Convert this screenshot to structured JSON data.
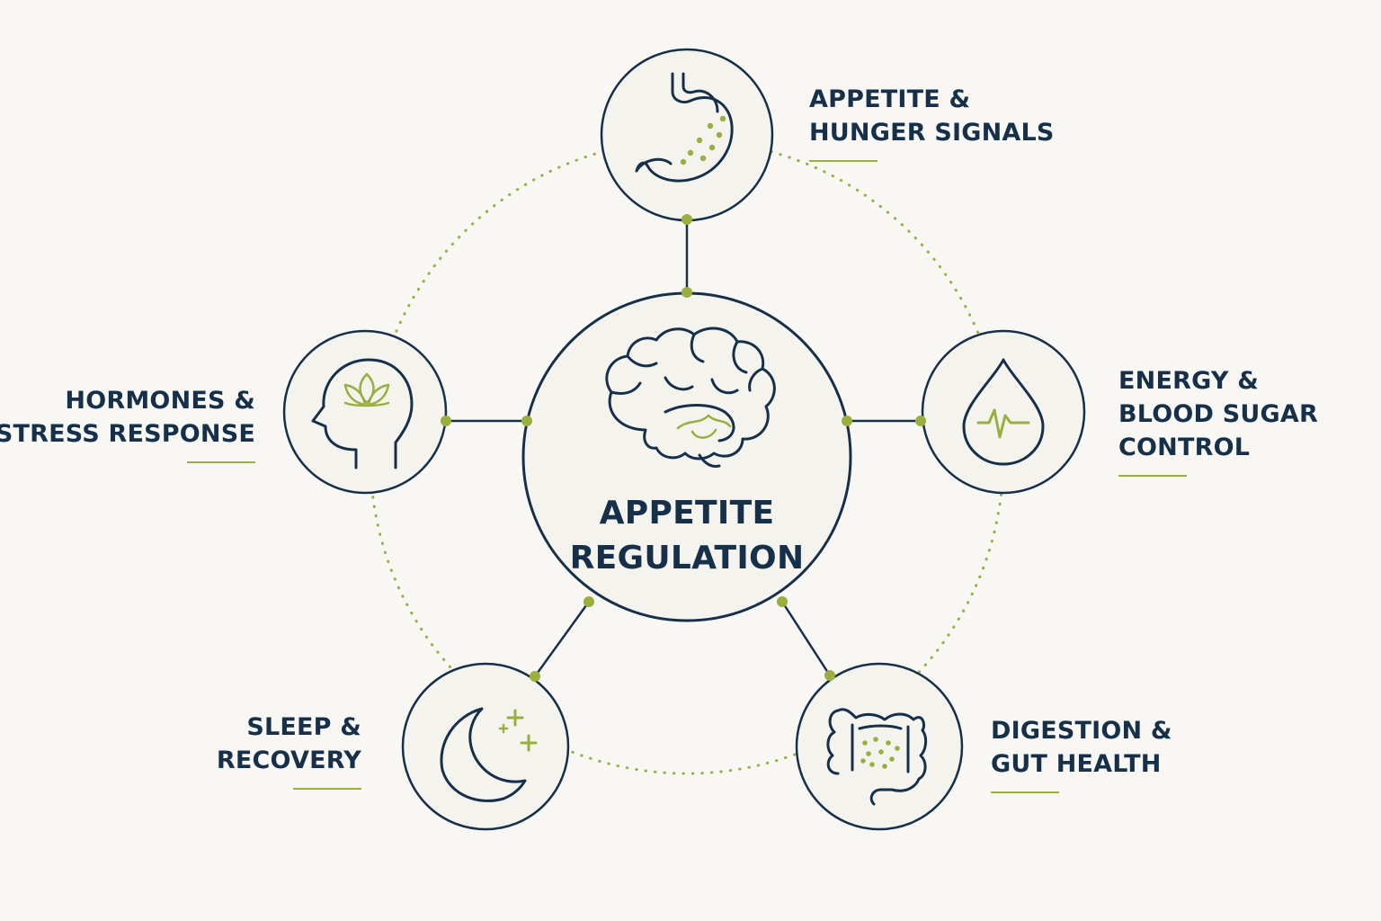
{
  "colors": {
    "background": "#f8f7f3",
    "navy": "#16304a",
    "accent_green": "#9aaf3f",
    "circle_fill": "#f4f3ee"
  },
  "center": {
    "title_line1": "APPETITE",
    "title_line2": "REGULATION",
    "icon": "brain-icon"
  },
  "nodes": [
    {
      "id": "appetite",
      "icon": "stomach-icon",
      "label_line1": "APPETITE &",
      "label_line2": "HUNGER SIGNALS"
    },
    {
      "id": "energy",
      "icon": "blood-drop-icon",
      "label_line1": "ENERGY &",
      "label_line2": "BLOOD SUGAR",
      "label_line3": "CONTROL"
    },
    {
      "id": "digestion",
      "icon": "intestine-icon",
      "label_line1": "DIGESTION &",
      "label_line2": "GUT HEALTH"
    },
    {
      "id": "sleep",
      "icon": "moon-icon",
      "label_line1": "SLEEP &",
      "label_line2": "RECOVERY"
    },
    {
      "id": "hormones",
      "icon": "head-lotus-icon",
      "label_line1": "HORMONES &",
      "label_line2": "STRESS RESPONSE"
    }
  ]
}
